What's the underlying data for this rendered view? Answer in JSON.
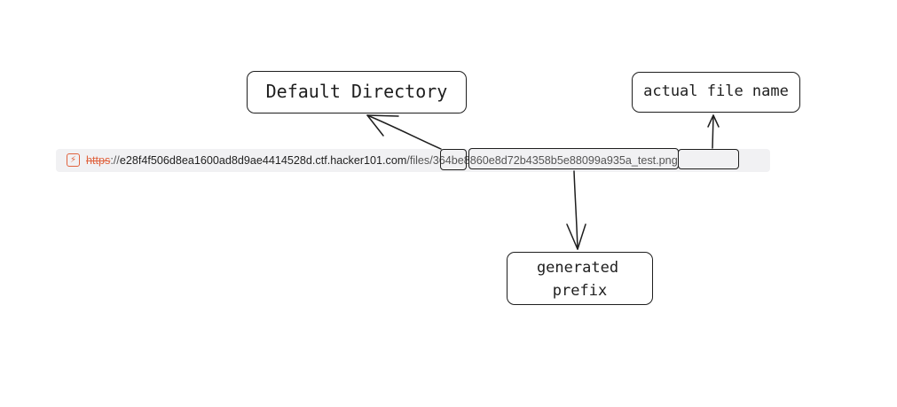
{
  "url": {
    "scheme": "https",
    "separator": "://",
    "host": "e28f4f506d8ea1600ad8d9ae4414528d.ctf.hacker101.com",
    "slash": "/",
    "directory": "files",
    "slash2": "/",
    "prefix": "364be8860e8d72b4358b5e88099a935",
    "filename": "a_test.png",
    "icon": "not-secure-icon"
  },
  "annotations": {
    "default_directory": "Default Directory",
    "actual_file_name": "actual file name",
    "generated_prefix_line1": "generated",
    "generated_prefix_line2": "prefix"
  },
  "colors": {
    "stroke": "#1e1e1e",
    "insecure": "#e0633f",
    "urlbar_bg": "#f1f1f3"
  }
}
